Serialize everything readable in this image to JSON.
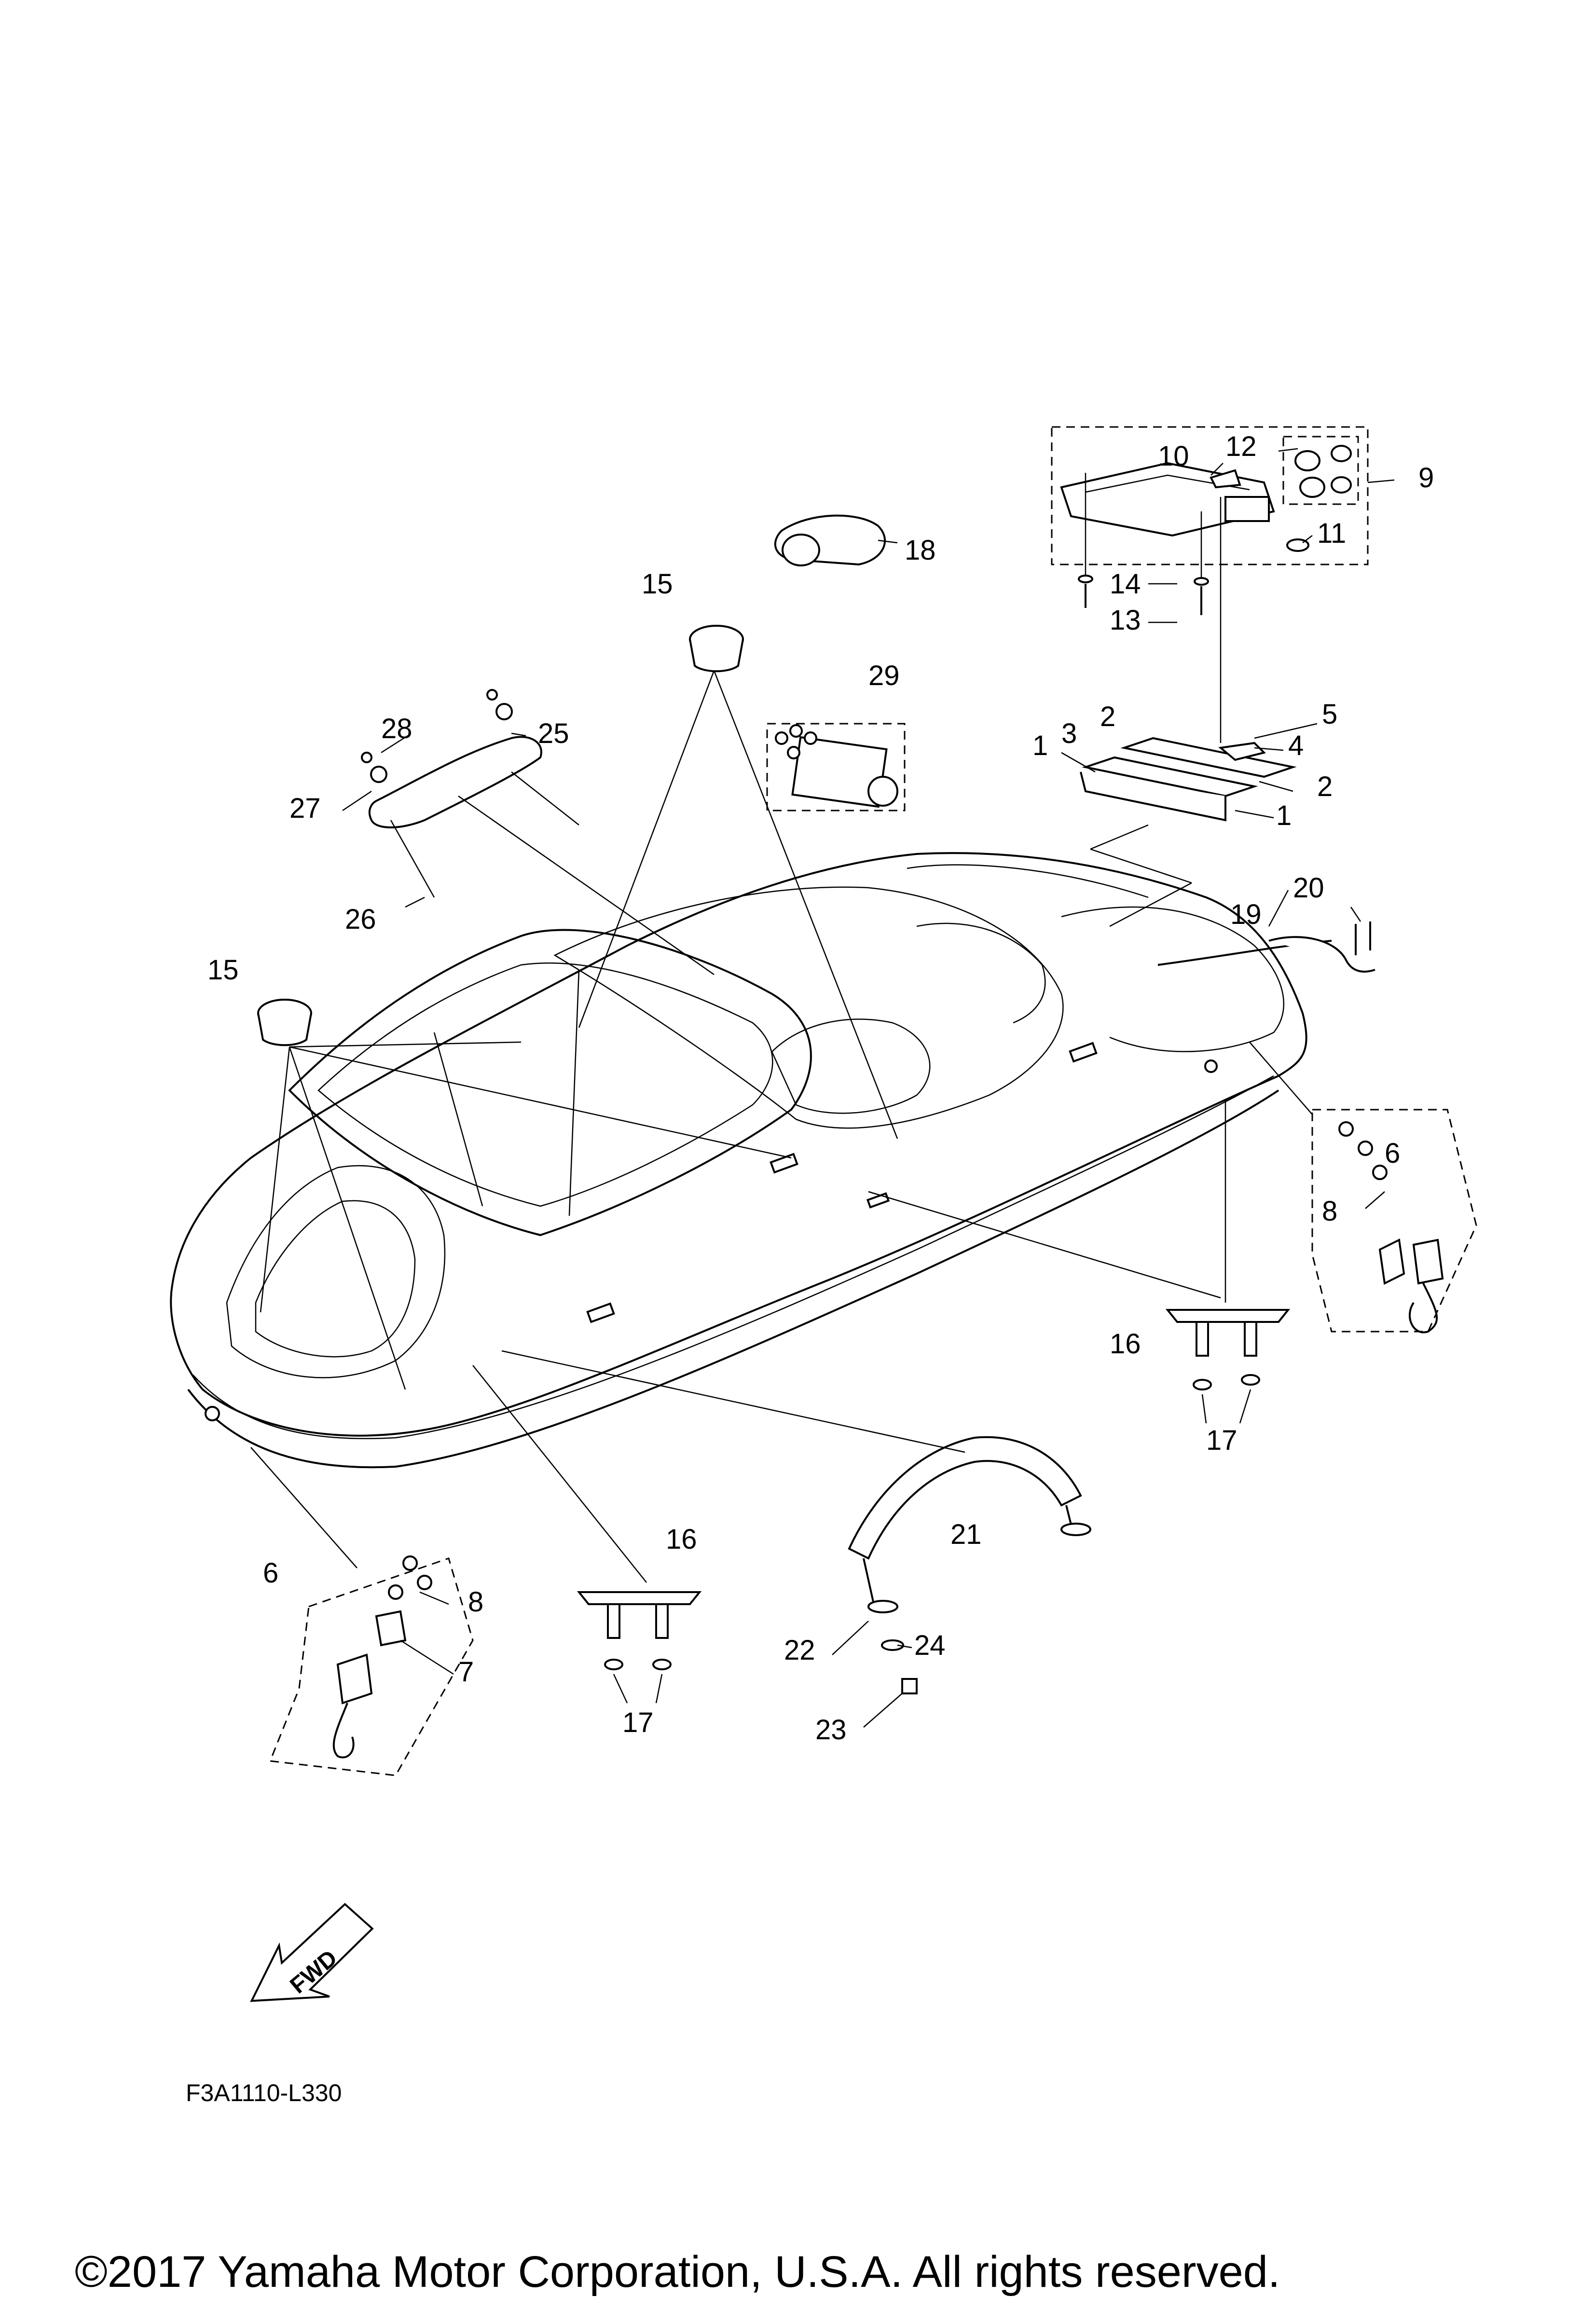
{
  "diagram": {
    "callouts": [
      "1",
      "1",
      "2",
      "2",
      "3",
      "4",
      "5",
      "6",
      "6",
      "7",
      "8",
      "8",
      "9",
      "10",
      "11",
      "12",
      "13",
      "14",
      "15",
      "15",
      "16",
      "16",
      "17",
      "17",
      "18",
      "19",
      "20",
      "21",
      "22",
      "23",
      "24",
      "25",
      "26",
      "27",
      "28",
      "29"
    ],
    "fwd_label": "FWD",
    "drawing_code": "F3A1110-L330",
    "copyright": "©2017 Yamaha Motor Corporation, U.S.A. All rights reserved.",
    "fwd_icon": "fwd-arrow-icon"
  }
}
